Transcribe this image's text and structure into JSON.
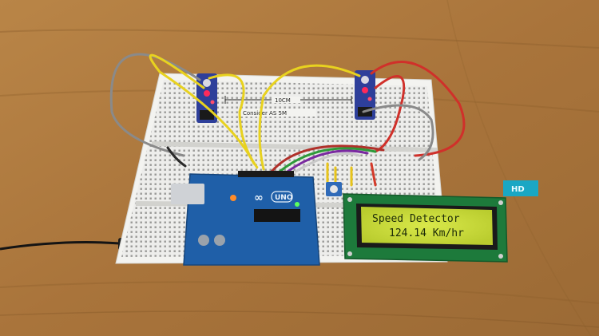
{
  "photo": {
    "breadboard_note": {
      "distance": "10CM",
      "caption": "Consider AS 5M"
    },
    "lcd": {
      "line1": "Speed Detector",
      "line2": "124.14 Km/hr",
      "backlight_color": "#c7d93a"
    },
    "arduino": {
      "brand_mark": "∞",
      "model": "UNO",
      "board_color": "#1f5fa8"
    },
    "corner_badge": "HD"
  }
}
